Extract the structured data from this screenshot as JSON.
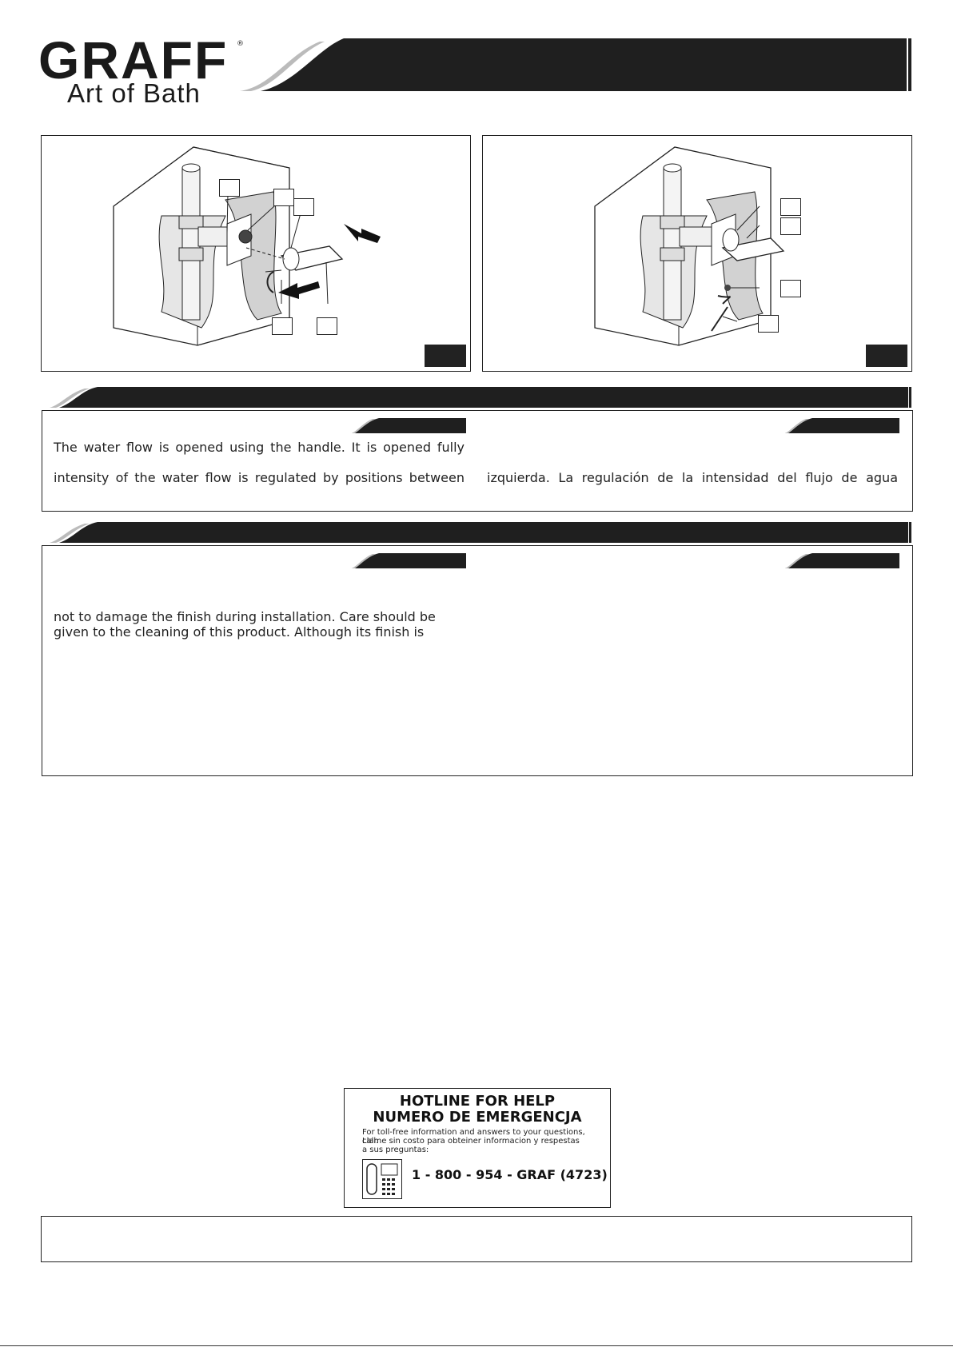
{
  "brand": {
    "name": "GRAFF",
    "registered_mark": "®",
    "tagline": "Art of Bath"
  },
  "sections": {
    "operation": {
      "english": "The water flow is opened using the handle. It is opened fully\n\nintensity of the water flow is regulated by positions between",
      "spanish": "\n\nizquierda. La regulación de la intensidad del flujo de agua"
    },
    "care": {
      "english": "\n\nnot to damage the finish during installation. Care should be\ngiven to the cleaning of this product. Although its finish is",
      "spanish": ""
    }
  },
  "hotline": {
    "title_en": "HOTLINE FOR HELP",
    "title_es": "NUMERO DE EMERGENCJA",
    "info_en": "For toll-free information and answers to your questions, call:",
    "info_es_line1": "Llame sin costo para obteiner informacion y respestas",
    "info_es_line2": "a sus preguntas:",
    "phone": "1 - 800 - 954 - GRAF (4723)",
    "icon": "telephone-keypad-icon"
  },
  "icons": {
    "figure1": "handle-installation-diagram",
    "figure2": "handle-screw-diagram"
  }
}
